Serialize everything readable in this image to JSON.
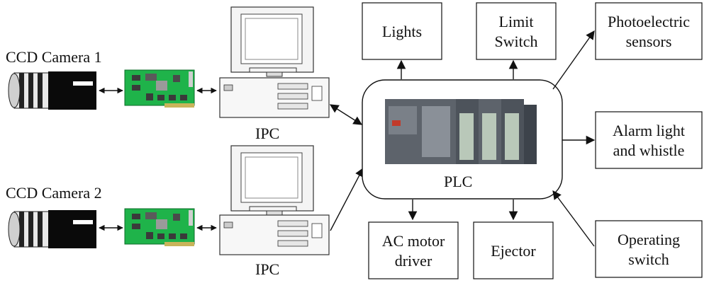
{
  "cameras": [
    {
      "label": "CCD Camera 1"
    },
    {
      "label": "CCD Camera 2"
    }
  ],
  "ipc": [
    {
      "label": "IPC"
    },
    {
      "label": "IPC"
    }
  ],
  "plc": {
    "label": "PLC"
  },
  "outputs": {
    "lights": {
      "line1": "Lights"
    },
    "limit_switch": {
      "line1": "Limit",
      "line2": "Switch"
    },
    "photoelectric": {
      "line1": "Photoelectric",
      "line2": "sensors"
    },
    "alarm": {
      "line1": "Alarm light",
      "line2": "and whistle"
    },
    "operating": {
      "line1": "Operating",
      "line2": "switch"
    },
    "ac_motor": {
      "line1": "AC motor",
      "line2": "driver"
    },
    "ejector": {
      "line1": "Ejector"
    }
  },
  "colors": {
    "board": "#1fb34a",
    "camera_body": "#0a0a0a",
    "plc_module": "#7a8088",
    "stroke": "#111111"
  }
}
